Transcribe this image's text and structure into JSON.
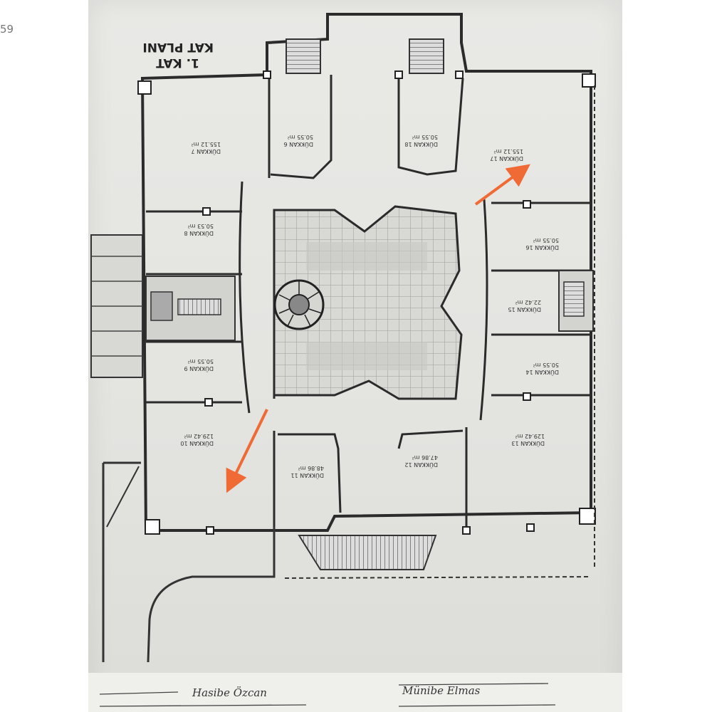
{
  "corner_id": "59",
  "plan_title": {
    "line1": "1. KAT",
    "line2": "KAT PLANI"
  },
  "units": [
    {
      "name": "DÜKKAN 7",
      "area": "155.12 m²"
    },
    {
      "name": "DÜKKAN 8",
      "area": "50.53 m²"
    },
    {
      "name": "DÜKKAN 9",
      "area": "50.55 m²"
    },
    {
      "name": "DÜKKAN 10",
      "area": "129.42 m²"
    },
    {
      "name": "DÜKKAN 11",
      "area": "48.86 m²"
    },
    {
      "name": "DÜKKAN 12",
      "area": "47.86 m²"
    },
    {
      "name": "DÜKKAN 13",
      "area": "129.42 m²"
    },
    {
      "name": "DÜKKAN 14",
      "area": "50.55 m²"
    },
    {
      "name": "DÜKKAN 15",
      "area": "22.42 m²"
    },
    {
      "name": "DÜKKAN 16",
      "area": "50.55 m²"
    },
    {
      "name": "DÜKKAN 17",
      "area": "155.12 m²"
    },
    {
      "name": "DÜKKAN 18",
      "area": "50.55 m²"
    },
    {
      "name": "DÜKKAN 6",
      "area": "50.55 m²"
    }
  ],
  "notes": [
    "Hasibe Özcan",
    "Münibe Elmas"
  ],
  "colors": {
    "arrow": "#f06a35",
    "ink": "#2b2b2b",
    "paper": "#e6e6e3"
  }
}
